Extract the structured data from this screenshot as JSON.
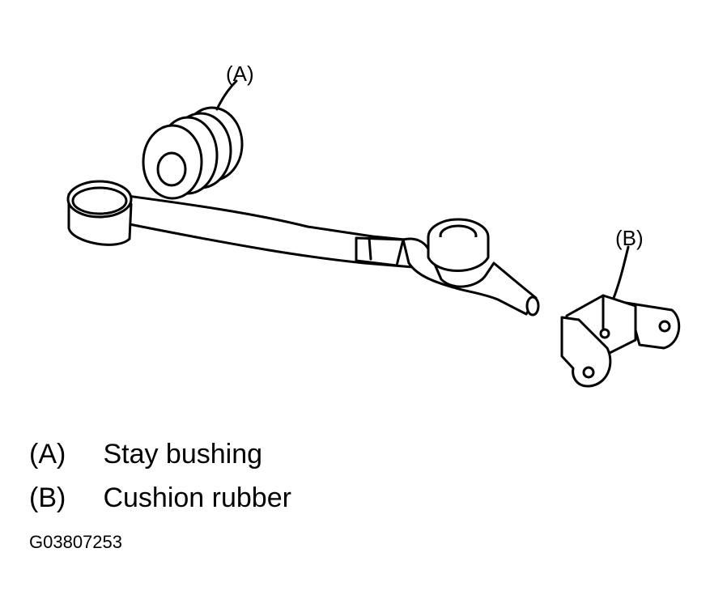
{
  "callouts": {
    "a": "(A)",
    "b": "(B)"
  },
  "legend": [
    {
      "key": "(A)",
      "label": "Stay bushing"
    },
    {
      "key": "(B)",
      "label": "Cushion rubber"
    }
  ],
  "figure_id": "G03807253",
  "colors": {
    "line": "#000000",
    "background": "#ffffff"
  }
}
